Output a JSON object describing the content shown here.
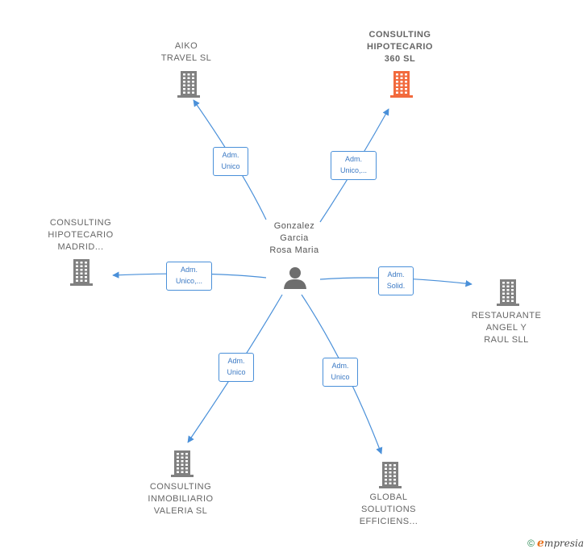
{
  "center": {
    "name_lines": [
      "Gonzalez",
      "Garcia",
      "Rosa Maria"
    ],
    "icon": "person-icon"
  },
  "companies": [
    {
      "id": "aiko",
      "lines": [
        "AIKO",
        "TRAVEL SL"
      ],
      "highlight": false,
      "icon": "building-icon",
      "relation": [
        "Adm.",
        "Unico"
      ]
    },
    {
      "id": "consulting-360",
      "lines": [
        "CONSULTING",
        "HIPOTECARIO",
        "360  SL"
      ],
      "highlight": true,
      "icon": "building-icon",
      "relation": [
        "Adm.",
        "Unico,..."
      ]
    },
    {
      "id": "consulting-madrid",
      "lines": [
        "CONSULTING",
        "HIPOTECARIO",
        "MADRID..."
      ],
      "highlight": false,
      "icon": "building-icon",
      "relation": [
        "Adm.",
        "Unico,..."
      ]
    },
    {
      "id": "restaurante",
      "lines": [
        "RESTAURANTE",
        "ANGEL Y",
        "RAUL SLL"
      ],
      "highlight": false,
      "icon": "building-icon",
      "relation": [
        "Adm.",
        "Solid."
      ]
    },
    {
      "id": "consulting-inmobiliario",
      "lines": [
        "CONSULTING",
        "INMOBILIARIO",
        "VALERIA  SL"
      ],
      "highlight": false,
      "icon": "building-icon",
      "relation": [
        "Adm.",
        "Unico"
      ]
    },
    {
      "id": "global-solutions",
      "lines": [
        "GLOBAL",
        "SOLUTIONS",
        "EFFICIENS..."
      ],
      "highlight": false,
      "icon": "building-icon",
      "relation": [
        "Adm.",
        "Unico"
      ]
    }
  ],
  "colors": {
    "edge": "#4a90d9",
    "building": "#808080",
    "building_highlight": "#f26a3d",
    "person": "#6e6e6e"
  },
  "brand": {
    "copyright": "©",
    "name_initial": "e",
    "name_rest": "mpresia"
  }
}
